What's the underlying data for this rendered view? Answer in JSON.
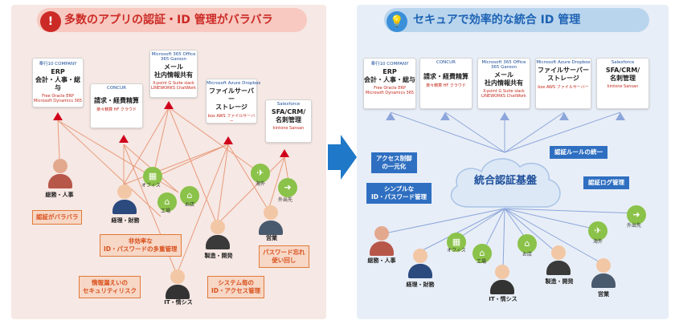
{
  "left": {
    "banner_title": "多数のアプリの認証・ID 管理がバラバラ",
    "badge_icon": "!",
    "cards": [
      {
        "vendor": "奉行10 COMPANY",
        "title": "ERP\n会計・人事・総与",
        "products": "Free Oracle ERP  Microsoft Dynamics 365"
      },
      {
        "vendor": "CONCUR",
        "title": "請求・経費精算",
        "products": "楽々精算  HF クラウド"
      },
      {
        "vendor": "Microsoft 365 Office 365  Garoon",
        "title": "メール\n社内情報共有",
        "products": "X-point  G Suite slack LINEWORKS ChatWork"
      },
      {
        "vendor": "Microsoft Azure  Dropbox",
        "title": "ファイルサーバー\nストレージ",
        "products": "box  AWS  ファイルサーバー"
      },
      {
        "vendor": "Salesforce",
        "title": "SFA/CRM/\n名刺管理",
        "products": "kintone  Sansan"
      }
    ],
    "people": [
      {
        "label": "総務・人事"
      },
      {
        "label": "経理・財務"
      },
      {
        "label": "製造・開発"
      },
      {
        "label": "営業"
      },
      {
        "label": "IT・情シス"
      }
    ],
    "places": [
      {
        "label": "オフィス"
      },
      {
        "label": "工場"
      },
      {
        "label": "お店"
      },
      {
        "label": "海外"
      },
      {
        "label": "外出先"
      }
    ],
    "problems": [
      "認証がバラバラ",
      "非効率な\nID・パスワードの多重管理",
      "パスワード忘れ\n使い回し",
      "情報漏えいの\nセキュリティリスク",
      "システム毎の\nID・アクセス管理"
    ]
  },
  "right": {
    "banner_title": "セキュアで効率的な統合 ID 管理",
    "badge_icon": "💡",
    "hub": "統合認証基盤",
    "cards": [
      {
        "vendor": "奉行10 COMPANY",
        "title": "ERP\n会計・人事・総与",
        "products": "Free Oracle ERP  Microsoft Dynamics 365"
      },
      {
        "vendor": "CONCUR",
        "title": "請求・経費精算",
        "products": "楽々精算  HF クラウド"
      },
      {
        "vendor": "Microsoft 365 Office 365  Garoon",
        "title": "メール\n社内情報共有",
        "products": "X-point  G Suite slack LINEWORKS ChatWork"
      },
      {
        "vendor": "Microsoft Azure  Dropbox",
        "title": "ファイルサーバー\nストレージ",
        "products": "box  AWS  ファイルサーバー"
      },
      {
        "vendor": "Salesforce",
        "title": "SFA/CRM/\n名刺管理",
        "products": "kintone  Sansan"
      }
    ],
    "benefits": [
      "アクセス制御\nの一元化",
      "認証ルールの統一",
      "シンプルな\nID・パスワード管理",
      "認証ログ管理"
    ],
    "people": [
      {
        "label": "総務・人事"
      },
      {
        "label": "経理・財務"
      },
      {
        "label": "IT・情シス"
      },
      {
        "label": "製造・開発"
      },
      {
        "label": "営業"
      }
    ],
    "places": [
      {
        "label": "オフィス"
      },
      {
        "label": "工場"
      },
      {
        "label": "お店"
      },
      {
        "label": "海外"
      },
      {
        "label": "外出先"
      }
    ]
  },
  "colors": {
    "red_accent": "#cc2a26",
    "blue_accent": "#1e63b4",
    "orange": "#d9501c",
    "green_icon": "#8bc24a",
    "line_red": "#e89b7c",
    "line_blue": "#8ca6db"
  }
}
